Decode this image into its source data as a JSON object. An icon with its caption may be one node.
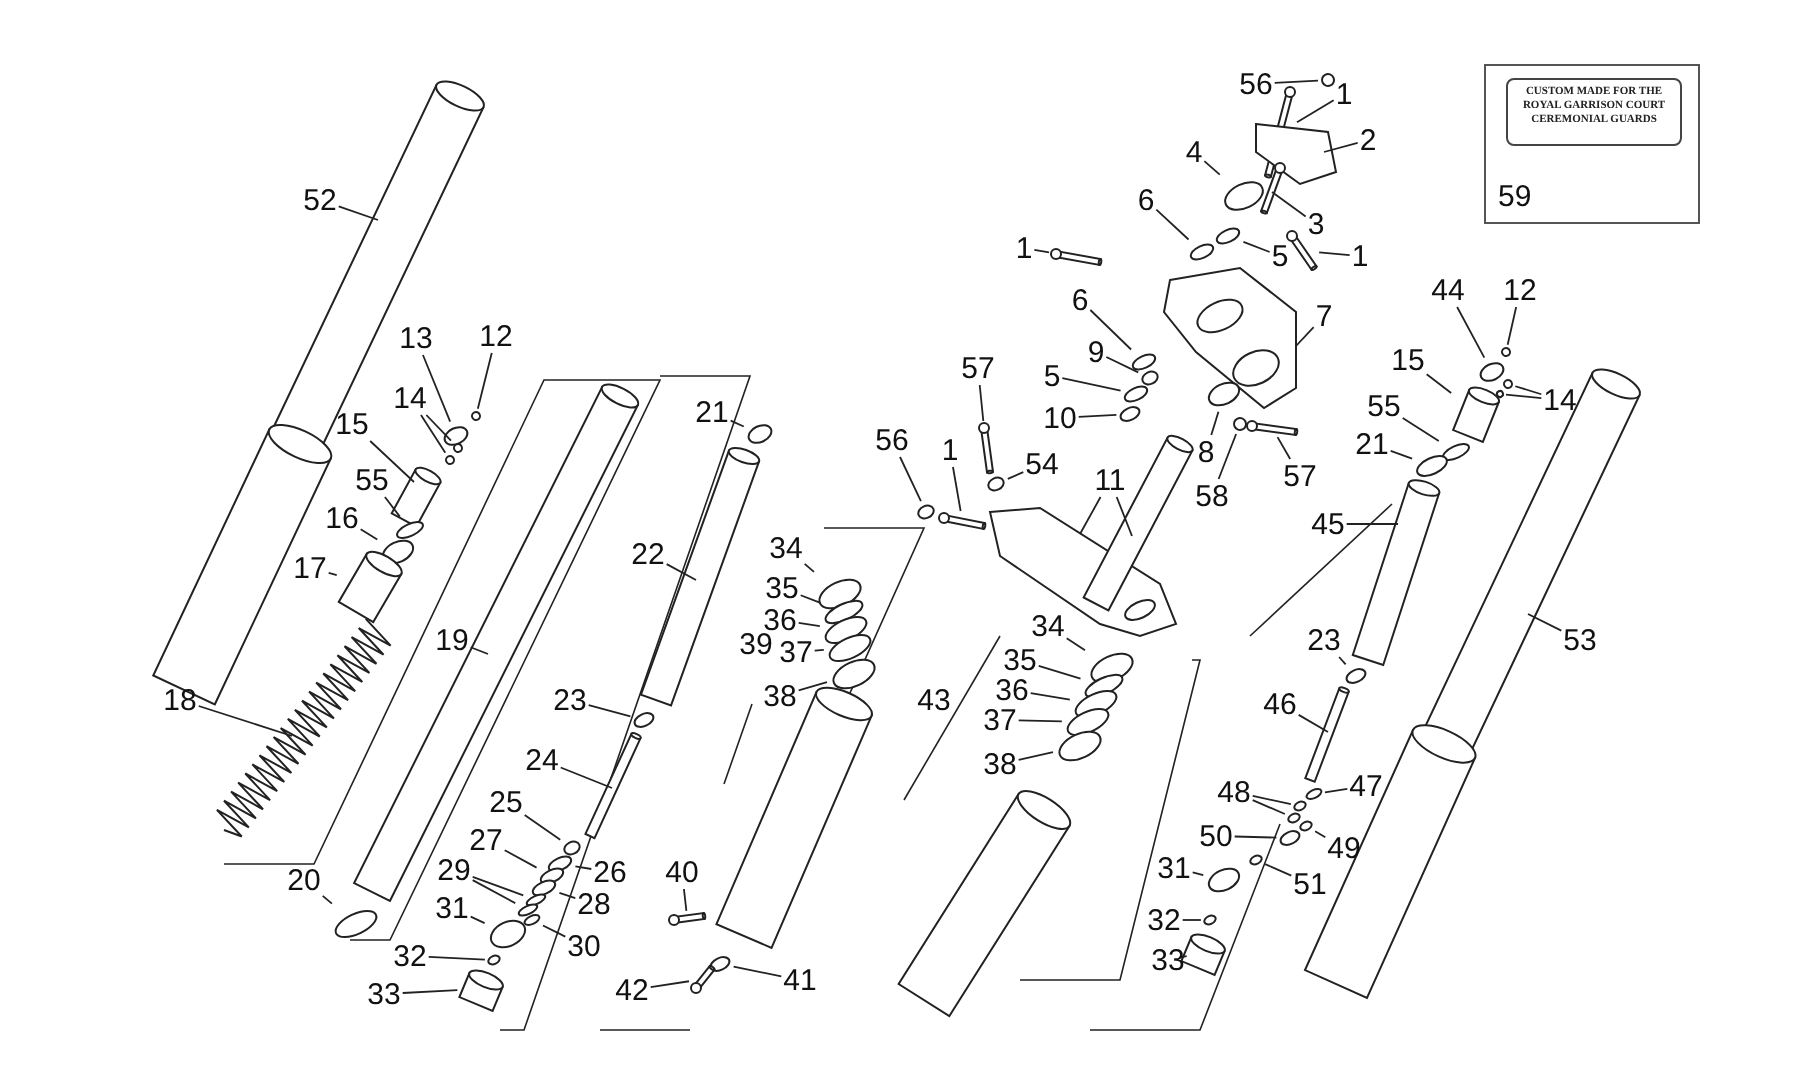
{
  "diagram": {
    "nodes": [
      {
        "text": [
          "59"
        ]
      },
      {
        "text": [
          "CUSTOM MADE FOR THE ROYAL GARRISON COURT CEREMONIAL GUARDS"
        ],
        "in": 0
      },
      {
        "text": [
          "56"
        ]
      },
      {
        "text": [
          "1"
        ]
      },
      {
        "text": [
          "2"
        ]
      },
      {
        "text": [
          "4"
        ]
      },
      {
        "text": [
          "3"
        ]
      },
      {
        "text": [
          "6"
        ]
      },
      {
        "text": [
          "5"
        ]
      },
      {
        "text": [
          "1"
        ]
      },
      {
        "text": [
          "1"
        ]
      },
      {
        "text": [
          "6"
        ]
      },
      {
        "text": [
          "7"
        ]
      },
      {
        "text": [
          "9"
        ]
      },
      {
        "text": [
          "5"
        ]
      },
      {
        "text": [
          "10"
        ]
      },
      {
        "text": [
          "57"
        ]
      },
      {
        "text": [
          "54"
        ]
      },
      {
        "text": [
          "56"
        ]
      },
      {
        "text": [
          "1"
        ]
      },
      {
        "text": [
          "11"
        ]
      },
      {
        "text": [
          "8"
        ]
      },
      {
        "text": [
          "58"
        ]
      },
      {
        "text": [
          "57"
        ]
      },
      {
        "text": [
          "44"
        ]
      },
      {
        "text": [
          "12"
        ]
      },
      {
        "text": [
          "15"
        ]
      },
      {
        "text": [
          "14"
        ]
      },
      {
        "text": [
          "55"
        ]
      },
      {
        "text": [
          "21"
        ]
      },
      {
        "text": [
          "45"
        ]
      },
      {
        "text": [
          "53"
        ]
      },
      {
        "text": [
          "23"
        ]
      },
      {
        "text": [
          "46"
        ]
      },
      {
        "text": [
          "48"
        ]
      },
      {
        "text": [
          "47"
        ]
      },
      {
        "text": [
          "50"
        ]
      },
      {
        "text": [
          "49"
        ]
      },
      {
        "text": [
          "31"
        ]
      },
      {
        "text": [
          "51"
        ]
      },
      {
        "text": [
          "32"
        ]
      },
      {
        "text": [
          "33"
        ]
      },
      {
        "text": [
          "34"
        ]
      },
      {
        "text": [
          "35"
        ]
      },
      {
        "text": [
          "36"
        ]
      },
      {
        "text": [
          "37"
        ]
      },
      {
        "text": [
          "38"
        ]
      },
      {
        "text": [
          "34"
        ]
      },
      {
        "text": [
          "35"
        ]
      },
      {
        "text": [
          "36"
        ]
      },
      {
        "text": [
          "37"
        ]
      },
      {
        "text": [
          "38"
        ]
      },
      {
        "text": [
          "40"
        ]
      },
      {
        "text": [
          "41"
        ]
      },
      {
        "text": [
          "42"
        ]
      },
      {
        "text": [
          "52"
        ]
      },
      {
        "text": [
          "13"
        ]
      },
      {
        "text": [
          "12"
        ]
      },
      {
        "text": [
          "14"
        ]
      },
      {
        "text": [
          "15"
        ]
      },
      {
        "text": [
          "55"
        ]
      },
      {
        "text": [
          "16"
        ]
      },
      {
        "text": [
          "17"
        ]
      },
      {
        "text": [
          "18"
        ]
      },
      {
        "text": [
          "19"
        ]
      },
      {
        "text": [
          "20"
        ]
      },
      {
        "text": [
          "21"
        ]
      },
      {
        "text": [
          "22"
        ]
      },
      {
        "text": [
          "23"
        ]
      },
      {
        "text": [
          "24"
        ]
      },
      {
        "text": [
          "25"
        ]
      },
      {
        "text": [
          "26"
        ]
      },
      {
        "text": [
          "27"
        ]
      },
      {
        "text": [
          "28"
        ]
      },
      {
        "text": [
          "29"
        ]
      },
      {
        "text": [
          "30"
        ]
      },
      {
        "text": [
          "31"
        ]
      },
      {
        "text": [
          "32"
        ]
      },
      {
        "text": [
          "33"
        ]
      },
      {
        "text": [],
        "shape": "circle"
      },
      {
        "text": [],
        "shape": "bar"
      },
      {
        "text": [],
        "shape": "picture"
      },
      {
        "text": [],
        "shape": "circle"
      },
      {
        "text": [],
        "shape": "bar"
      },
      {
        "text": [],
        "shape": "circle"
      },
      {
        "text": [],
        "shape": "circle"
      },
      {
        "text": [],
        "shape": "bar"
      },
      {
        "text": [],
        "shape": "bar"
      },
      {
        "text": [],
        "shape": "circle"
      },
      {
        "text": [],
        "shape": "picture"
      },
      {
        "text": [],
        "shape": "circle"
      },
      {
        "text": [],
        "shape": "circle"
      },
      {
        "text": [],
        "shape": "circle"
      },
      {
        "text": [],
        "shape": "bar"
      },
      {
        "text": [],
        "shape": "circle"
      },
      {
        "text": [],
        "shape": "circle"
      },
      {
        "text": [],
        "shape": "bar"
      },
      {
        "text": [],
        "shape": "picture"
      },
      {
        "text": [],
        "shape": "cylinder"
      },
      {
        "text": [],
        "shape": "circle"
      },
      {
        "text": [],
        "shape": "circle"
      },
      {
        "text": [],
        "shape": "bar"
      },
      {
        "text": [],
        "shape": "circle"
      },
      {
        "text": [],
        "shape": "circle"
      },
      {
        "text": [],
        "shape": "cylinder"
      },
      {
        "text": [],
        "shape": "circle"
      },
      {
        "text": [],
        "shape": "circle"
      },
      {
        "text": [],
        "shape": "circle"
      },
      {
        "text": [],
        "shape": "circle"
      },
      {
        "text": [],
        "shape": "cylinder"
      },
      {
        "text": [],
        "shape": "cylinder"
      },
      {
        "text": [],
        "shape": "circle"
      },
      {
        "text": [],
        "shape": "cylinder"
      },
      {
        "text": [],
        "shape": "circle"
      },
      {
        "text": [],
        "shape": "circle"
      },
      {
        "text": [],
        "shape": "circle"
      },
      {
        "text": [],
        "shape": "circle"
      },
      {
        "text": [],
        "shape": "circle"
      },
      {
        "text": [],
        "shape": "circle"
      },
      {
        "text": [],
        "shape": "circle"
      },
      {
        "text": [],
        "shape": "circle"
      },
      {
        "text": [],
        "shape": "cylinder"
      },
      {
        "text": [],
        "shape": "circle"
      },
      {
        "text": [],
        "shape": "circle"
      },
      {
        "text": [],
        "shape": "circle"
      },
      {
        "text": [],
        "shape": "circle"
      },
      {
        "text": [],
        "shape": "circle"
      },
      {
        "text": [],
        "shape": "circle"
      },
      {
        "text": [],
        "shape": "circle"
      },
      {
        "text": [],
        "shape": "circle"
      },
      {
        "text": [],
        "shape": "circle"
      },
      {
        "text": [],
        "shape": "circle"
      },
      {
        "text": [],
        "shape": "bar"
      },
      {
        "text": [],
        "shape": "circle"
      },
      {
        "text": [],
        "shape": "bar"
      },
      {
        "text": [],
        "shape": "cylinder"
      },
      {
        "text": [],
        "shape": "circle"
      },
      {
        "text": [],
        "shape": "circle"
      },
      {
        "text": [],
        "shape": "circle"
      },
      {
        "text": [],
        "shape": "circle"
      },
      {
        "text": [],
        "shape": "cylinder"
      },
      {
        "text": [],
        "shape": "circle"
      },
      {
        "text": [],
        "shape": "circle"
      },
      {
        "text": [],
        "shape": "cylinder"
      },
      {
        "text": [],
        "shape": "picture"
      },
      {
        "text": [],
        "shape": "cylinder"
      },
      {
        "text": [],
        "shape": "circle"
      },
      {
        "text": [],
        "shape": "circle"
      },
      {
        "text": [],
        "shape": "cylinder"
      },
      {
        "text": [],
        "shape": "circle"
      },
      {
        "text": [],
        "shape": "cylinder"
      },
      {
        "text": [],
        "shape": "circle"
      },
      {
        "text": [],
        "shape": "circle"
      },
      {
        "text": [],
        "shape": "circle"
      },
      {
        "text": [],
        "shape": "circle"
      },
      {
        "text": [],
        "shape": "circle"
      },
      {
        "text": [],
        "shape": "circle"
      },
      {
        "text": [],
        "shape": "circle"
      },
      {
        "text": [],
        "shape": "circle"
      },
      {
        "text": [],
        "shape": "circle"
      },
      {
        "text": [],
        "shape": "cylinder"
      }
    ],
    "edges": [
      {
        "from": 2,
        "to": 79,
        "arrow": "none"
      },
      {
        "from": 3,
        "to": 80,
        "arrow": "none"
      },
      {
        "from": 4,
        "to": 81,
        "arrow": "none"
      },
      {
        "from": 5,
        "to": 82,
        "arrow": "none"
      },
      {
        "from": 6,
        "to": 83,
        "arrow": "none"
      },
      {
        "from": 7,
        "to": 84,
        "arrow": "none"
      },
      {
        "from": 8,
        "to": 85,
        "arrow": "none"
      },
      {
        "from": 9,
        "to": 86,
        "arrow": "none"
      },
      {
        "from": 10,
        "to": 87,
        "arrow": "none"
      },
      {
        "from": 11,
        "to": 88,
        "arrow": "none"
      },
      {
        "from": 12,
        "to": 89,
        "arrow": "none"
      },
      {
        "from": 13,
        "to": 90,
        "arrow": "none"
      },
      {
        "from": 14,
        "to": 91,
        "arrow": "none"
      },
      {
        "from": 15,
        "to": 92,
        "arrow": "none"
      },
      {
        "from": 16,
        "to": 93,
        "arrow": "none"
      },
      {
        "from": 17,
        "to": 94,
        "arrow": "none"
      },
      {
        "from": 18,
        "to": 95,
        "arrow": "none"
      },
      {
        "from": 19,
        "to": 96,
        "arrow": "none"
      },
      {
        "from": 20,
        "to": 97,
        "arrow": "none"
      },
      {
        "from": 20,
        "to": 98,
        "arrow": "none"
      },
      {
        "from": 21,
        "to": 99,
        "arrow": "none"
      },
      {
        "from": 22,
        "to": 100,
        "arrow": "none"
      },
      {
        "from": 23,
        "to": 101,
        "arrow": "none"
      },
      {
        "from": 24,
        "to": 102,
        "arrow": "none"
      },
      {
        "from": 25,
        "to": 103,
        "arrow": "none"
      },
      {
        "from": 26,
        "to": 104,
        "arrow": "none"
      },
      {
        "from": 27,
        "to": 105,
        "arrow": "none"
      },
      {
        "from": 27,
        "to": 106,
        "arrow": "none"
      },
      {
        "from": 28,
        "to": 107,
        "arrow": "none"
      },
      {
        "from": 29,
        "to": 108,
        "arrow": "none"
      },
      {
        "from": 30,
        "to": 109,
        "arrow": "none"
      },
      {
        "from": 31,
        "to": 110,
        "arrow": "none"
      },
      {
        "from": 32,
        "to": 111,
        "arrow": "none"
      },
      {
        "from": 33,
        "to": 112,
        "arrow": "none"
      },
      {
        "from": 34,
        "to": 113,
        "arrow": "none"
      },
      {
        "from": 34,
        "to": 114,
        "arrow": "none"
      },
      {
        "from": 35,
        "to": 115,
        "arrow": "none"
      },
      {
        "from": 36,
        "to": 116,
        "arrow": "none"
      },
      {
        "from": 37,
        "to": 117,
        "arrow": "none"
      },
      {
        "from": 38,
        "to": 118,
        "arrow": "none"
      },
      {
        "from": 39,
        "to": 119,
        "arrow": "none"
      },
      {
        "from": 40,
        "to": 120,
        "arrow": "none"
      },
      {
        "from": 41,
        "to": 121,
        "arrow": "none"
      },
      {
        "from": 42,
        "to": 122,
        "arrow": "none"
      },
      {
        "from": 43,
        "to": 123,
        "arrow": "none"
      },
      {
        "from": 44,
        "to": 124,
        "arrow": "none"
      },
      {
        "from": 45,
        "to": 125,
        "arrow": "none"
      },
      {
        "from": 46,
        "to": 126,
        "arrow": "none"
      },
      {
        "from": 47,
        "to": 127,
        "arrow": "none"
      },
      {
        "from": 48,
        "to": 128,
        "arrow": "none"
      },
      {
        "from": 49,
        "to": 129,
        "arrow": "none"
      },
      {
        "from": 50,
        "to": 130,
        "arrow": "none"
      },
      {
        "from": 51,
        "to": 131,
        "arrow": "none"
      },
      {
        "from": 52,
        "to": 132,
        "arrow": "none"
      },
      {
        "from": 53,
        "to": 133,
        "arrow": "none"
      },
      {
        "from": 54,
        "to": 134,
        "arrow": "none"
      },
      {
        "from": 55,
        "to": 135,
        "arrow": "none"
      },
      {
        "from": 56,
        "to": 136,
        "arrow": "none"
      },
      {
        "from": 57,
        "to": 137,
        "arrow": "none"
      },
      {
        "from": 58,
        "to": 138,
        "arrow": "none"
      },
      {
        "from": 58,
        "to": 139,
        "arrow": "none"
      },
      {
        "from": 59,
        "to": 140,
        "arrow": "none"
      },
      {
        "from": 60,
        "to": 141,
        "arrow": "none"
      },
      {
        "from": 61,
        "to": 142,
        "arrow": "none"
      },
      {
        "from": 62,
        "to": 143,
        "arrow": "none"
      },
      {
        "from": 63,
        "to": 144,
        "arrow": "none"
      },
      {
        "from": 64,
        "to": 145,
        "arrow": "none"
      },
      {
        "from": 65,
        "to": 146,
        "arrow": "none"
      },
      {
        "from": 66,
        "to": 147,
        "arrow": "none"
      },
      {
        "from": 67,
        "to": 148,
        "arrow": "none"
      },
      {
        "from": 68,
        "to": 149,
        "arrow": "none"
      },
      {
        "from": 69,
        "to": 150,
        "arrow": "none"
      },
      {
        "from": 70,
        "to": 151,
        "arrow": "none"
      },
      {
        "from": 71,
        "to": 152,
        "arrow": "none"
      },
      {
        "from": 72,
        "to": 153,
        "arrow": "none"
      },
      {
        "from": 73,
        "to": 154,
        "arrow": "none"
      },
      {
        "from": 74,
        "to": 155,
        "arrow": "none"
      },
      {
        "from": 74,
        "to": 156,
        "arrow": "none"
      },
      {
        "from": 75,
        "to": 157,
        "arrow": "none"
      },
      {
        "from": 76,
        "to": 158,
        "arrow": "none"
      },
      {
        "from": 77,
        "to": 159,
        "arrow": "none"
      },
      {
        "from": 78,
        "to": 160,
        "arrow": "none"
      }
    ],
    "labels": [
      "39",
      "43"
    ]
  }
}
